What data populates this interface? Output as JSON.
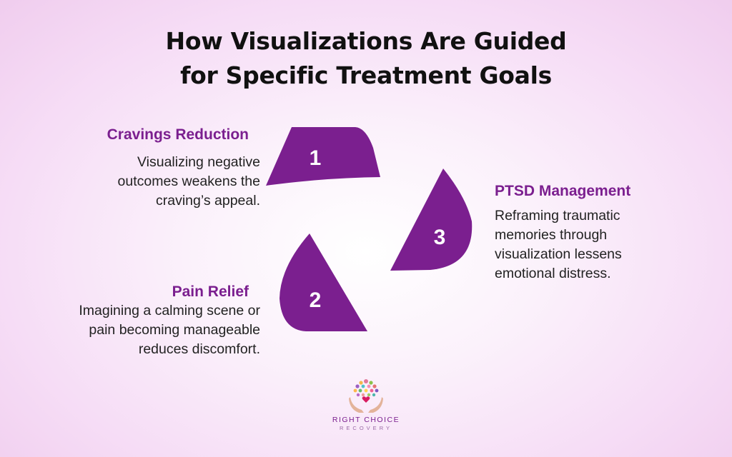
{
  "title": {
    "line1": "How Visualizations Are Guided",
    "line2": "for Specific Treatment Goals"
  },
  "colors": {
    "accent": "#7b1f8f",
    "background": "#f6ddf6",
    "text": "#222222"
  },
  "steps": [
    {
      "number": "1",
      "title": "Cravings Reduction",
      "description": [
        "Visualizing negative",
        "outcomes weakens the",
        "craving’s appeal."
      ]
    },
    {
      "number": "2",
      "title": "Pain Relief",
      "description": [
        "Imagining a calming scene or",
        "pain becoming manageable",
        "reduces discomfort."
      ]
    },
    {
      "number": "3",
      "title": "PTSD Management",
      "description": [
        "Reframing traumatic",
        "memories through",
        "visualization lessens",
        "emotional distress."
      ]
    }
  ],
  "logo": {
    "name": "RIGHT CHOICE",
    "sub": "RECOVERY",
    "icon": "tree-hands-heart-icon"
  }
}
